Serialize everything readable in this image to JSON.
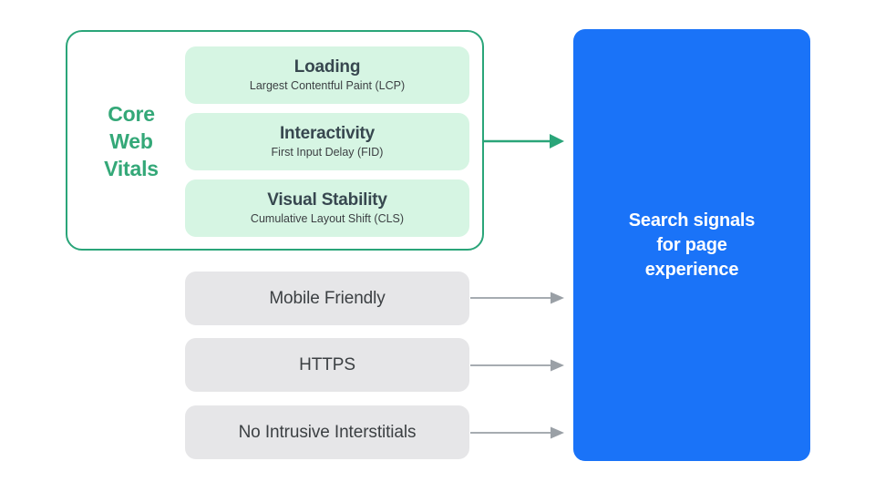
{
  "diagram": {
    "title": "Search signals for page experience",
    "colors": {
      "green_accent": "#2aa579",
      "green_text": "#34a878",
      "mint_card_bg": "#d6f5e3",
      "grey_card_bg": "#e6e6e8",
      "blue_panel": "#1a73f8",
      "dark_text": "#3c4043",
      "grey_arrow": "#9aa0a6",
      "white": "#ffffff"
    }
  },
  "core_web_vitals": {
    "group_label": "Core\nWeb\nVitals",
    "group_label_lines": [
      "Core",
      "Web",
      "Vitals"
    ],
    "cards": [
      {
        "title": "Loading",
        "subtitle": "Largest Contentful Paint (LCP)",
        "metric_abbr": "LCP"
      },
      {
        "title": "Interactivity",
        "subtitle": "First Input Delay (FID)",
        "metric_abbr": "FID"
      },
      {
        "title": "Visual Stability",
        "subtitle": "Cumulative Layout Shift (CLS)",
        "metric_abbr": "CLS"
      }
    ]
  },
  "other_signals": [
    {
      "title": "Mobile Friendly"
    },
    {
      "title": "HTTPS"
    },
    {
      "title": "No Intrusive Interstitials"
    }
  ],
  "outcome": {
    "text": "Search signals\nfor page\nexperience",
    "lines": [
      "Search signals",
      "for page",
      "experience"
    ]
  },
  "connectors": [
    {
      "name": "core-web-vitals-to-outcome",
      "style": "green"
    },
    {
      "name": "mobile-friendly-to-outcome",
      "style": "grey"
    },
    {
      "name": "https-to-outcome",
      "style": "grey"
    },
    {
      "name": "no-intrusive-interstitials-to-outcome",
      "style": "grey"
    }
  ]
}
